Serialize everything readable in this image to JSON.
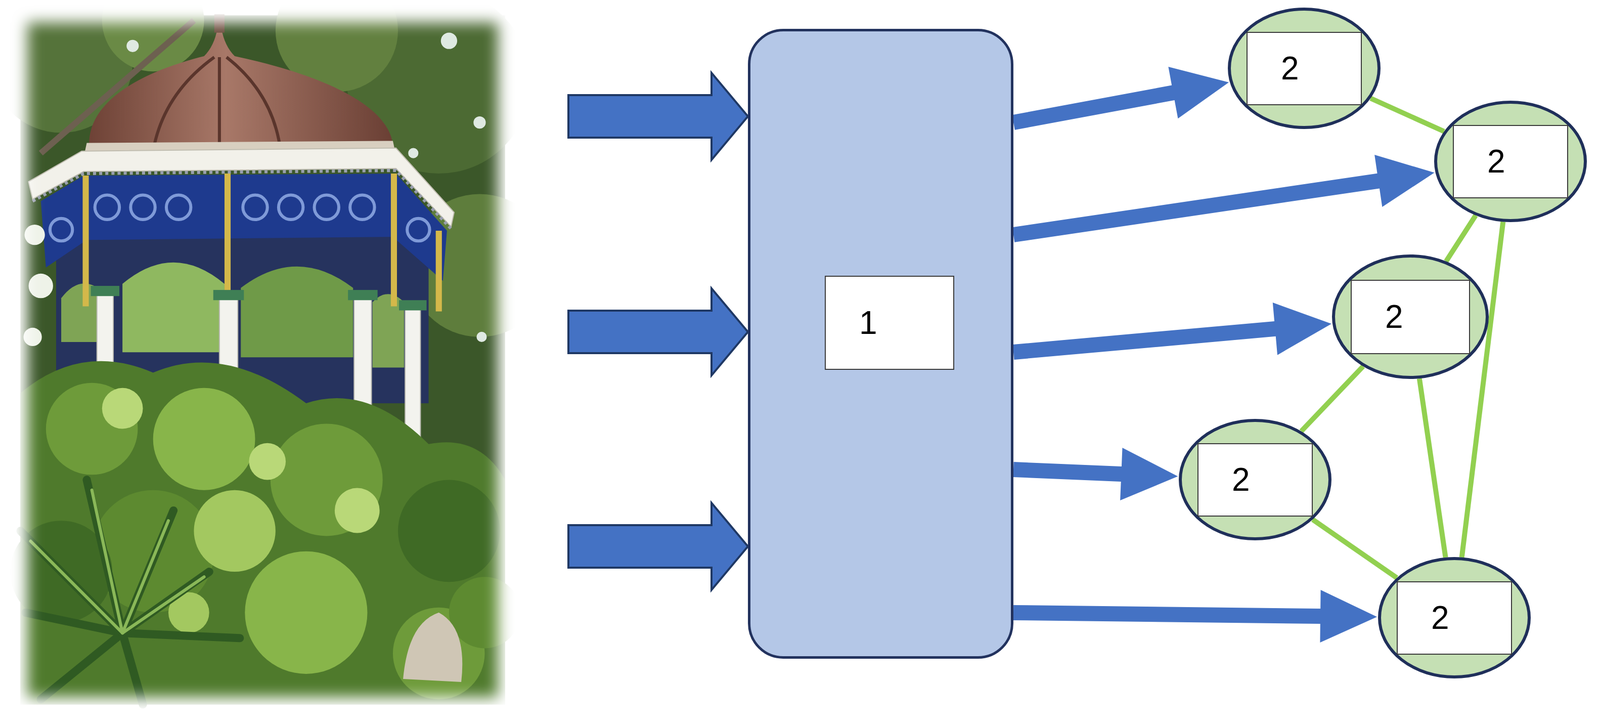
{
  "diagram": {
    "nodes": [
      {
        "text": [
          "1"
        ]
      },
      {
        "text": [
          "2"
        ]
      },
      {
        "text": [
          "2"
        ]
      },
      {
        "text": [
          "2"
        ]
      },
      {
        "text": [
          "2"
        ]
      },
      {
        "text": [
          "2"
        ]
      }
    ],
    "edges": [
      {
        "from": 0,
        "to": 1,
        "arrow": "to"
      },
      {
        "from": 0,
        "to": 2,
        "arrow": "to"
      },
      {
        "from": 0,
        "to": 3,
        "arrow": "to"
      },
      {
        "from": 0,
        "to": 4,
        "arrow": "to"
      },
      {
        "from": 0,
        "to": 5,
        "arrow": "to"
      },
      {
        "from": 1,
        "to": 2,
        "arrow": "none"
      },
      {
        "from": 2,
        "to": 3,
        "arrow": "none"
      },
      {
        "from": 2,
        "to": 5,
        "arrow": "none"
      },
      {
        "from": 3,
        "to": 4,
        "arrow": "none"
      },
      {
        "from": 3,
        "to": 5,
        "arrow": "none"
      },
      {
        "from": 4,
        "to": 5,
        "arrow": "none"
      }
    ]
  }
}
